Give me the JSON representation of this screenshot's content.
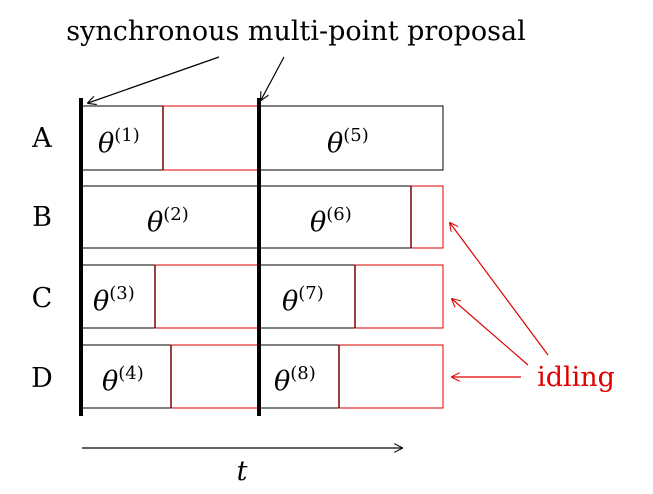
{
  "title": "synchronous multi-point proposal",
  "rows": [
    {
      "label": "A",
      "theta1": "θ",
      "sup1": "(1)",
      "theta2": "θ",
      "sup2": "(5)"
    },
    {
      "label": "B",
      "theta1": "θ",
      "sup1": "(2)",
      "theta2": "θ",
      "sup2": "(6)"
    },
    {
      "label": "C",
      "theta1": "θ",
      "sup1": "(3)",
      "theta2": "θ",
      "sup2": "(7)"
    },
    {
      "label": "D",
      "theta1": "θ",
      "sup1": "(4)",
      "theta2": "θ",
      "sup2": "(8)"
    }
  ],
  "idle_label": "idling",
  "axis_label": "t",
  "colors": {
    "ink": "#000000",
    "idle": "#e00000",
    "boundary": "#7a0000"
  }
}
